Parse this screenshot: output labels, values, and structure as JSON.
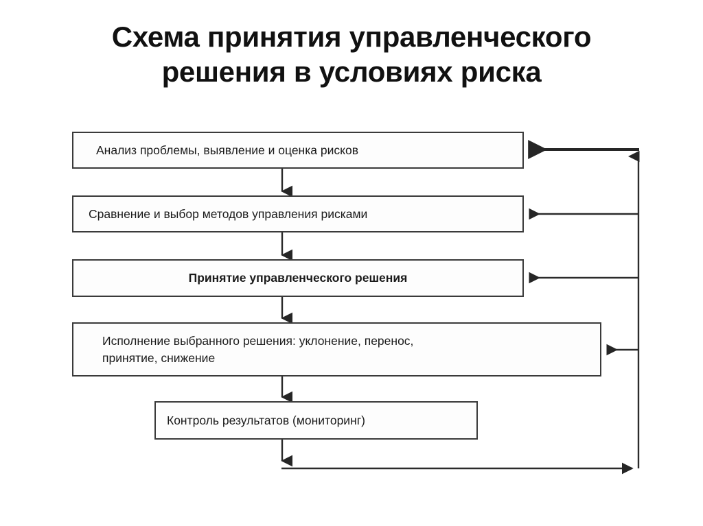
{
  "title": {
    "line1": "Схема принятия управленческого",
    "line2": "решения в условиях риска"
  },
  "diagram": {
    "type": "flowchart",
    "orientation": "vertical-with-right-feedback-loop",
    "background_color": "#ffffff",
    "line_color": "#3a3a3a",
    "box_fill": "#fdfdfd",
    "nodes": [
      {
        "id": "node-1",
        "label": "Анализ проблемы, выявление и оценка рисков",
        "bold": false,
        "align": "left"
      },
      {
        "id": "node-2",
        "label": "Сравнение и выбор методов управления рисками",
        "bold": false,
        "align": "left"
      },
      {
        "id": "node-3",
        "label": "Принятие управленческого решения",
        "bold": true,
        "align": "center"
      },
      {
        "id": "node-4",
        "label": "Исполнение выбранного решения: уклонение, перенос,\nпринятие, снижение",
        "bold": false,
        "align": "left"
      },
      {
        "id": "node-5",
        "label": "Контроль результатов (мониторинг)",
        "bold": false,
        "align": "left"
      }
    ],
    "edges": [
      {
        "id": "edge-1-2",
        "from": "node-1",
        "to": "node-2",
        "kind": "sequence-down"
      },
      {
        "id": "edge-2-3",
        "from": "node-2",
        "to": "node-3",
        "kind": "sequence-down"
      },
      {
        "id": "edge-3-4",
        "from": "node-3",
        "to": "node-4",
        "kind": "sequence-down"
      },
      {
        "id": "edge-4-5",
        "from": "node-4",
        "to": "node-5",
        "kind": "sequence-down"
      },
      {
        "id": "edge-feedback-bus",
        "from": "node-5",
        "to": "feedback-bus",
        "kind": "feedback-down-right"
      },
      {
        "id": "edge-feedback-1",
        "from": "feedback-bus",
        "to": "node-1",
        "kind": "feedback-left"
      },
      {
        "id": "edge-feedback-2",
        "from": "feedback-bus",
        "to": "node-2",
        "kind": "feedback-left"
      },
      {
        "id": "edge-feedback-3",
        "from": "feedback-bus",
        "to": "node-3",
        "kind": "feedback-left"
      },
      {
        "id": "edge-feedback-4",
        "from": "feedback-bus",
        "to": "node-4",
        "kind": "feedback-left"
      }
    ]
  }
}
